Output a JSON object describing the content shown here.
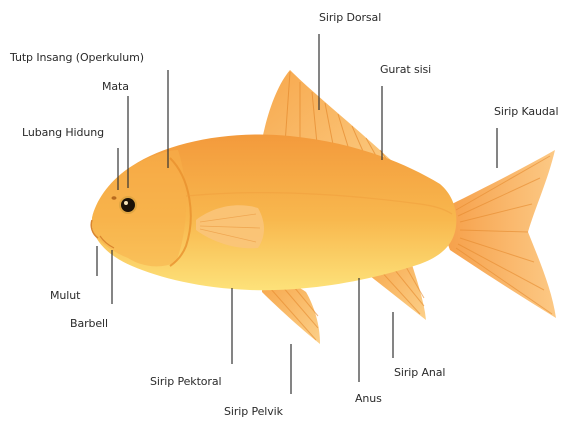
{
  "labels": {
    "sirip_dorsal": "Sirip Dorsal",
    "gurat_sisi": "Gurat sisi",
    "sirip_kaudal": "Sirip Kaudal",
    "tutup_insang": "Tutp Insang (Operkulum)",
    "mata": "Mata",
    "lubang_hidung": "Lubang Hidung",
    "mulut": "Mulut",
    "barbell": "Barbell",
    "sirip_pektoral": "Sirip Pektoral",
    "sirip_pelvik": "Sirip Pelvik",
    "anus": "Anus",
    "sirip_anal": "Sirip Anal"
  },
  "colors": {
    "body_top": "#f5a245",
    "body_belly": "#fde27a",
    "fin": "#f8b560",
    "fin_ray": "#e58a2e",
    "leader_line": "#333333",
    "label_text": "#2a2a2a"
  }
}
